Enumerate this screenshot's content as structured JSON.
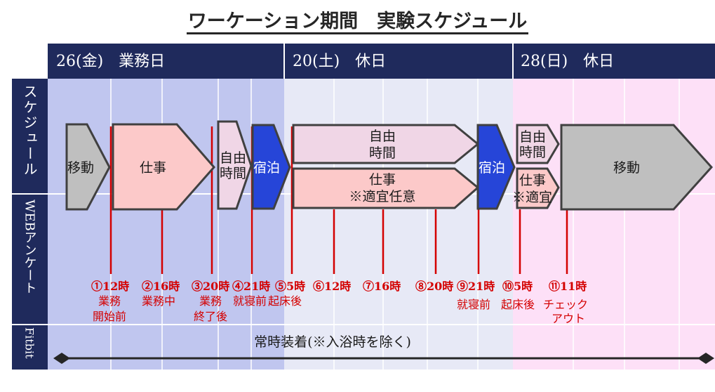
{
  "title": "ワーケーション期間　実験スケジュール",
  "days": [
    {
      "label": "26(金)　業務日"
    },
    {
      "label": "20(土)　休日"
    },
    {
      "label": "28(日)　休日"
    }
  ],
  "rows": {
    "schedule": "スケジュール",
    "web": "WEBアンケート",
    "fitbit": "Fitbit"
  },
  "blocks": {
    "move1": "移動",
    "work1": "仕事",
    "free1": [
      "自由",
      "時間"
    ],
    "stay1": "宿泊",
    "free2": [
      "自由",
      "時間"
    ],
    "work2": [
      "仕事",
      "※適宜任意"
    ],
    "stay2": "宿泊",
    "free3": [
      "自由",
      "時間"
    ],
    "work3": [
      "仕事",
      "※適宜"
    ],
    "move2": "移動"
  },
  "markers": [
    {
      "num": "①12時",
      "desc": [
        "業務",
        "開始前"
      ]
    },
    {
      "num": "②16時",
      "desc": [
        "業務中"
      ]
    },
    {
      "num": "③20時",
      "desc": [
        "業務",
        "終了後"
      ]
    },
    {
      "num": "④21時",
      "desc": [
        "就寝前"
      ]
    },
    {
      "num": "⑤5時",
      "desc": [
        "起床後"
      ]
    },
    {
      "num": "⑥12時",
      "desc": []
    },
    {
      "num": "⑦16時",
      "desc": []
    },
    {
      "num": "⑧20時",
      "desc": []
    },
    {
      "num": "⑨21時",
      "desc": [
        "就寝前"
      ]
    },
    {
      "num": "⑩5時",
      "desc": [
        "起床後"
      ]
    },
    {
      "num": "⑪11時",
      "desc": [
        "チェック",
        "アウト"
      ]
    }
  ],
  "fitbit_note": "常時装着(※入浴時を除く)",
  "colors": {
    "header": "#1f2a5c",
    "day1_bg": "#c0c6ef",
    "day2_bg": "#e7e9f6",
    "day3_bg": "#fde0f7",
    "move": "#bfbfbf",
    "work": "#fcc9c9",
    "free": "#f0d6e6",
    "stay": "#2645d8",
    "marker": "#d40000",
    "outline": "#404040"
  }
}
